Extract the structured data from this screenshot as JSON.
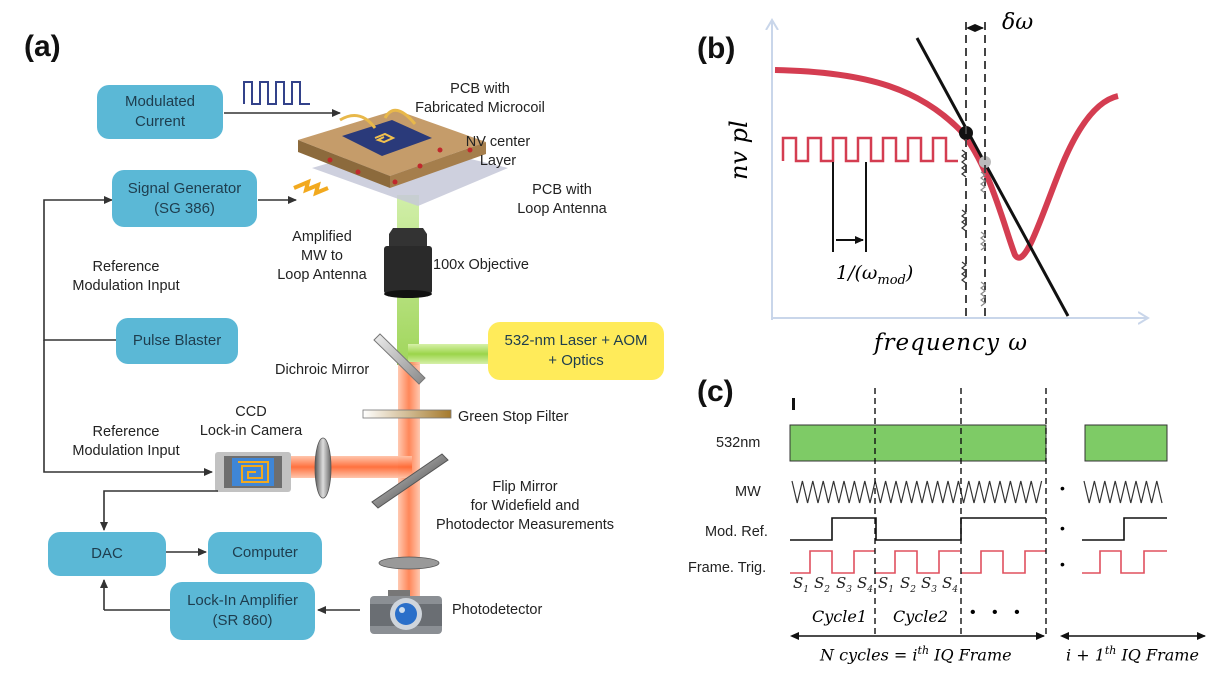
{
  "panels": {
    "a": "(a)",
    "b": "(b)",
    "c": "(c)"
  },
  "panel_a": {
    "boxes": {
      "modulated_current": [
        "Modulated",
        "Current"
      ],
      "signal_generator": [
        "Signal Generator",
        "(SG 386)"
      ],
      "pulse_blaster": "Pulse Blaster",
      "laser": [
        "532-nm Laser + AOM",
        "+ Optics"
      ],
      "dac": "DAC",
      "computer": "Computer",
      "lock_in": [
        "Lock-In Amplifier",
        "(SR 860)"
      ]
    },
    "labels": {
      "pcb_microcoil": [
        "PCB with",
        "Fabricated Microcoil"
      ],
      "nv_layer": [
        "NV center",
        "Layer"
      ],
      "pcb_loop": [
        "PCB with",
        "Loop Antenna"
      ],
      "amplified_mw": [
        "Amplified",
        "MW to",
        "Loop Antenna"
      ],
      "ref_mod_1": [
        "Reference",
        "Modulation Input"
      ],
      "objective": "100x Objective",
      "dichroic": "Dichroic Mirror",
      "green_stop": "Green Stop Filter",
      "ccd": [
        "CCD",
        "Lock-in Camera"
      ],
      "ref_mod_2": [
        "Reference",
        "Modulation Input"
      ],
      "flip_mirror": [
        "Flip Mirror",
        "for Widefield and",
        "Photodector Measurements"
      ],
      "photodetector": "Photodetector"
    },
    "colors": {
      "box": "#5bb8d6",
      "laser_box": "#ffeb5a",
      "green_beam": "#9bd54a",
      "red_beam": "#ff8a5c"
    }
  },
  "panel_b": {
    "ylabel": "nv pl",
    "xlabel": "frequency ω",
    "delta": "δω",
    "period_label": "1/(ω",
    "period_sub": "mod",
    "period_close": ")",
    "curve_color": "#d43d51"
  },
  "panel_c": {
    "rows": [
      "532nm",
      "MW",
      "Mod. Ref.",
      "Frame. Trig."
    ],
    "samples": [
      "S",
      "S",
      "S",
      "S",
      "S",
      "S",
      "S",
      "S"
    ],
    "sample_subs": [
      "1",
      "2",
      "3",
      "4",
      "1",
      "2",
      "3",
      "4"
    ],
    "cycle1": "Cycle1",
    "cycle2": "Cycle2",
    "ellipsis": "• • •",
    "bullet": "•",
    "n_cycles": "N cycles = i",
    "th": "th",
    "iq_frame": " IQ Frame",
    "next_frame": "i + 1",
    "colors": {
      "laser_bar": "#7ecb66",
      "trigger": "#e0505f"
    }
  }
}
